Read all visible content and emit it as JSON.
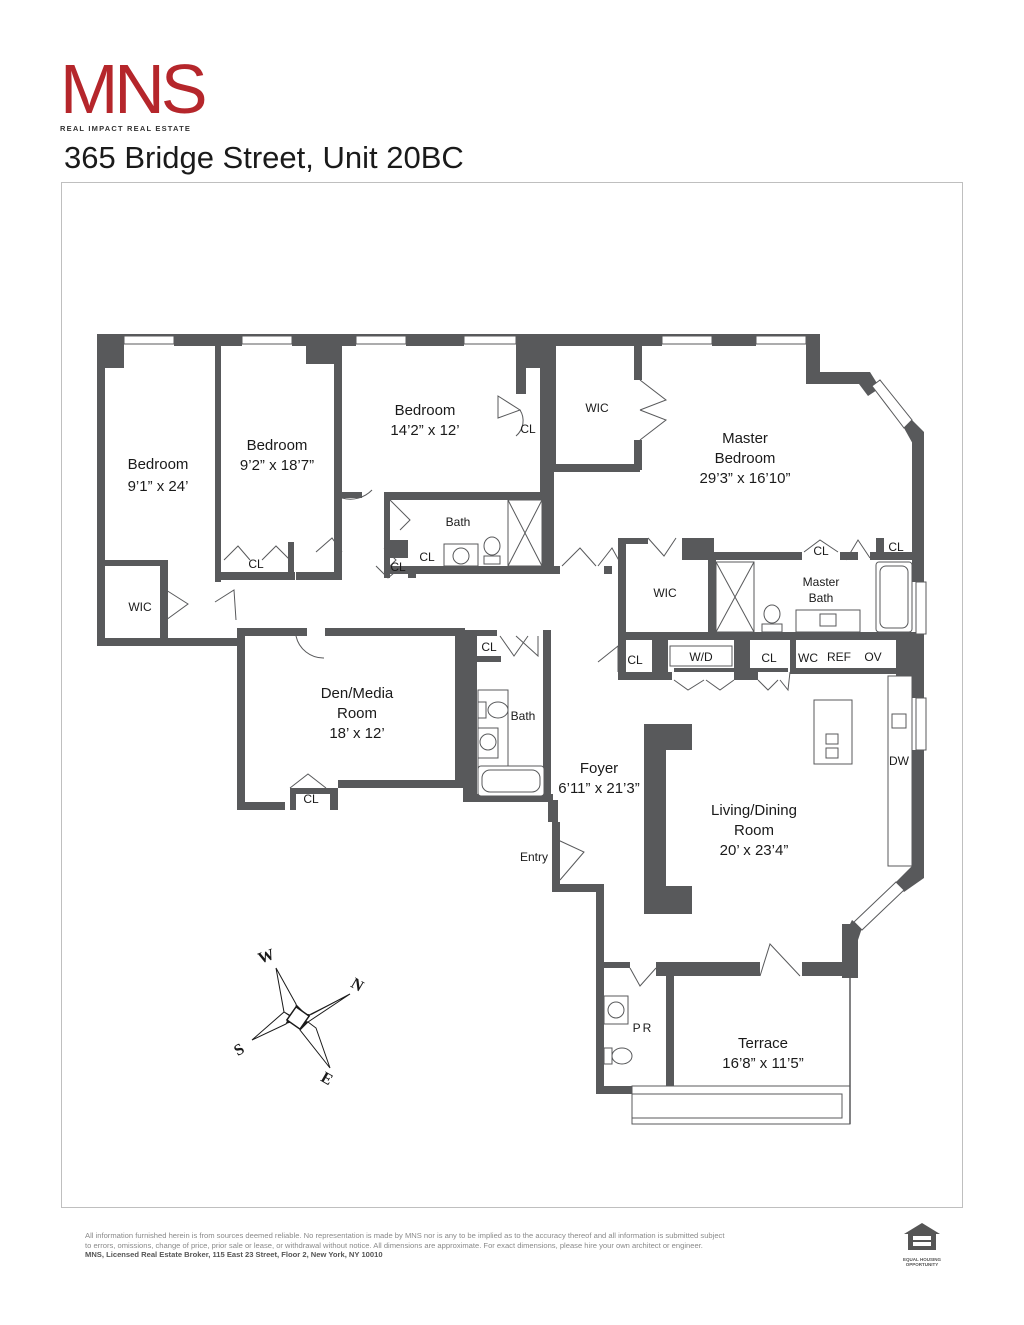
{
  "header": {
    "logo_text": "MNS",
    "logo_tagline": "REAL IMPACT REAL ESTATE",
    "address": "365 Bridge Street, Unit 20BC"
  },
  "rooms": {
    "bedroom1": {
      "name": "Bedroom",
      "dims": "9’1” x 24’"
    },
    "bedroom2": {
      "name": "Bedroom",
      "dims": "9’2” x 18’7”"
    },
    "bedroom3": {
      "name": "Bedroom",
      "dims": "14’2” x 12’"
    },
    "master_bedroom": {
      "name1": "Master",
      "name2": "Bedroom",
      "dims": "29’3” x 16’10”"
    },
    "den": {
      "name1": "Den/Media",
      "name2": "Room",
      "dims": "18’ x 12’"
    },
    "foyer": {
      "name": "Foyer",
      "dims": "6’11” x 21’3”"
    },
    "living": {
      "name1": "Living/Dining",
      "name2": "Room",
      "dims": "20’ x 23’4”"
    },
    "terrace": {
      "name": "Terrace",
      "dims": "16’8” x 11’5”"
    }
  },
  "labels": {
    "cl": "CL",
    "wic": "WIC",
    "bath": "Bath",
    "master_bath1": "Master",
    "master_bath2": "Bath",
    "wd": "W/D",
    "wc": "WC",
    "ref": "REF",
    "ov": "OV",
    "dw": "DW",
    "pr": "PR",
    "entry": "Entry"
  },
  "compass": {
    "n": "N",
    "s": "S",
    "e": "E",
    "w": "W"
  },
  "footer": {
    "line1": "All information furnished herein is from sources deemed reliable. No representation is made by MNS nor is any to be implied as to the accuracy thereof and all information is submitted subject",
    "line2": "to errors, omissions, change of price, prior sale or lease, or withdrawal without notice. All dimensions are approximate. For exact dimensions, please hire your own architect or engineer.",
    "line3": "MNS, Licensed Real Estate Broker, 115 East 23 Street, Floor 2, New York, NY 10010",
    "eho_text": "EQUAL HOUSING OPPORTUNITY"
  },
  "colors": {
    "brand": "#b5262b",
    "wall": "#58595b"
  }
}
